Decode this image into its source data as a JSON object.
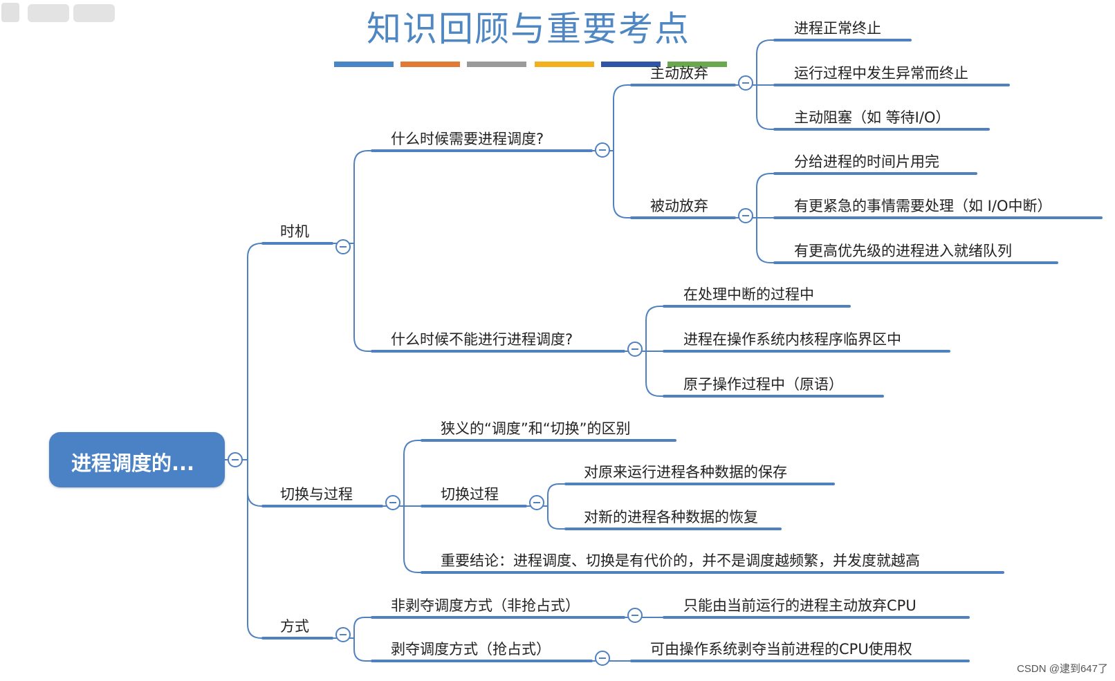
{
  "title": "知识回顾与重要考点",
  "root": {
    "label": "进程调度的..."
  },
  "color_bars": [
    "#4a86c5",
    "#e07a35",
    "#9a9a9a",
    "#f2b01e",
    "#2f56a6",
    "#6aa84f"
  ],
  "line_color": "#4f81c0",
  "nodes": {
    "timing": "时机",
    "when_need": "什么时候需要进程调度?",
    "active_giveup": "主动放弃",
    "normal_exit": "进程正常终止",
    "exception_exit": "运行过程中发生异常而终止",
    "active_block": "主动阻塞（如 等待I/O）",
    "passive_giveup": "被动放弃",
    "time_slice": "分给进程的时间片用完",
    "urgent": "有更紧急的事情需要处理（如 I/O中断）",
    "higher_priority": "有更高优先级的进程进入就绪队列",
    "when_cannot": "什么时候不能进行进程调度?",
    "in_interrupt": "在处理中断的过程中",
    "critical_section": "进程在操作系统内核程序临界区中",
    "atomic": "原子操作过程中（原语）",
    "switch_process": "切换与过程",
    "narrow_diff": "狭义的“调度”和“切换”的区别",
    "switch_proc": "切换过程",
    "save_data": "对原来运行进程各种数据的保存",
    "restore_data": "对新的进程各种数据的恢复",
    "conclusion": "重要结论：进程调度、切换是有代价的，并不是调度越频繁，并发度就越高",
    "mode": "方式",
    "non_preemptive": "非剥夺调度方式（非抢占式）",
    "non_preemptive_desc": "只能由当前运行的进程主动放弃CPU",
    "preemptive": "剥夺调度方式（抢占式）",
    "preemptive_desc": "可由操作系统剥夺当前进程的CPU使用权"
  },
  "watermark": "CSDN @逮到647了"
}
